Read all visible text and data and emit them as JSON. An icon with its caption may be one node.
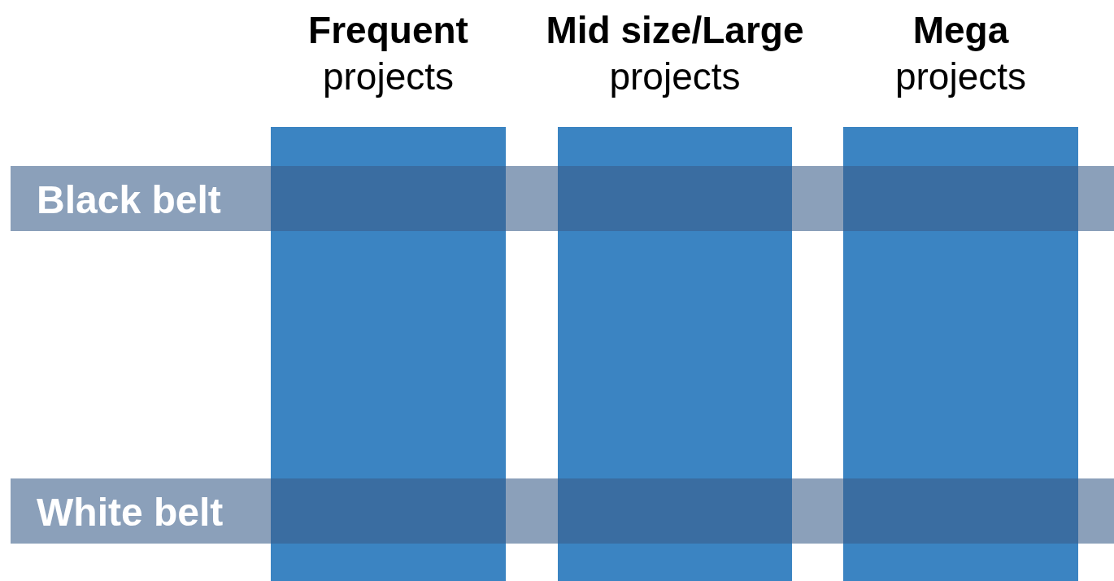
{
  "diagram": {
    "nodes": [
      {
        "text": [
          "Frequent",
          "projects"
        ]
      },
      {
        "text": [
          "Mid size/Large",
          "projects"
        ]
      },
      {
        "text": [
          "Mega",
          "projects"
        ]
      },
      {
        "text": [
          "Black belt"
        ]
      },
      {
        "text": [
          "White belt"
        ]
      }
    ]
  }
}
